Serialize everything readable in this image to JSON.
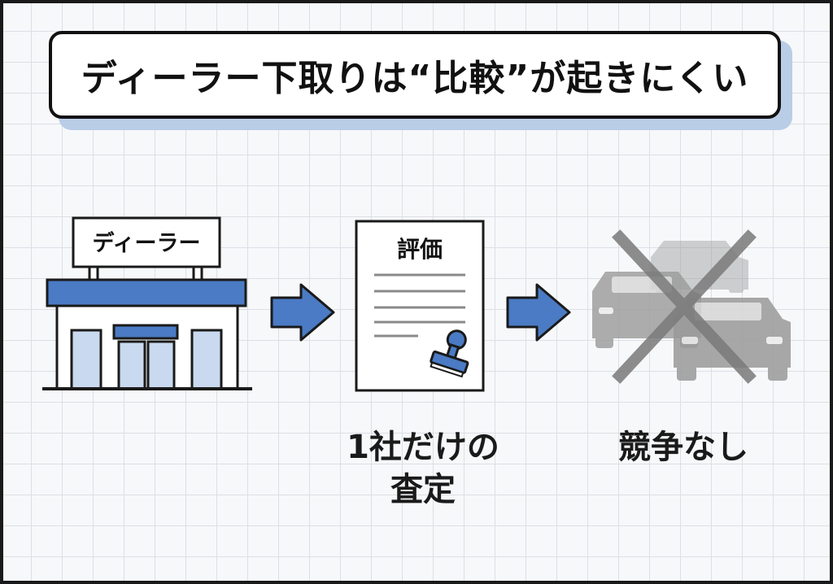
{
  "title": "ディーラー下取りは“比較”が起きにくい",
  "store": {
    "sign": "ディーラー",
    "roof_color": "#4a7bc4",
    "window_color": "#c9d9ef"
  },
  "document": {
    "heading": "評価",
    "stamp_color": "#4a7bc4"
  },
  "captions": {
    "assessment_line1": "1社だけの",
    "assessment_line2": "査定",
    "no_competition": "競争なし"
  },
  "colors": {
    "arrow": "#4a7bc4",
    "accent_shadow": "#b9cde6",
    "cars": "#9a9a9a",
    "cross": "#7a7a7a"
  },
  "icons": [
    "store-icon",
    "arrow-right-icon",
    "document-icon",
    "stamp-icon",
    "car-icon",
    "cross-icon"
  ]
}
